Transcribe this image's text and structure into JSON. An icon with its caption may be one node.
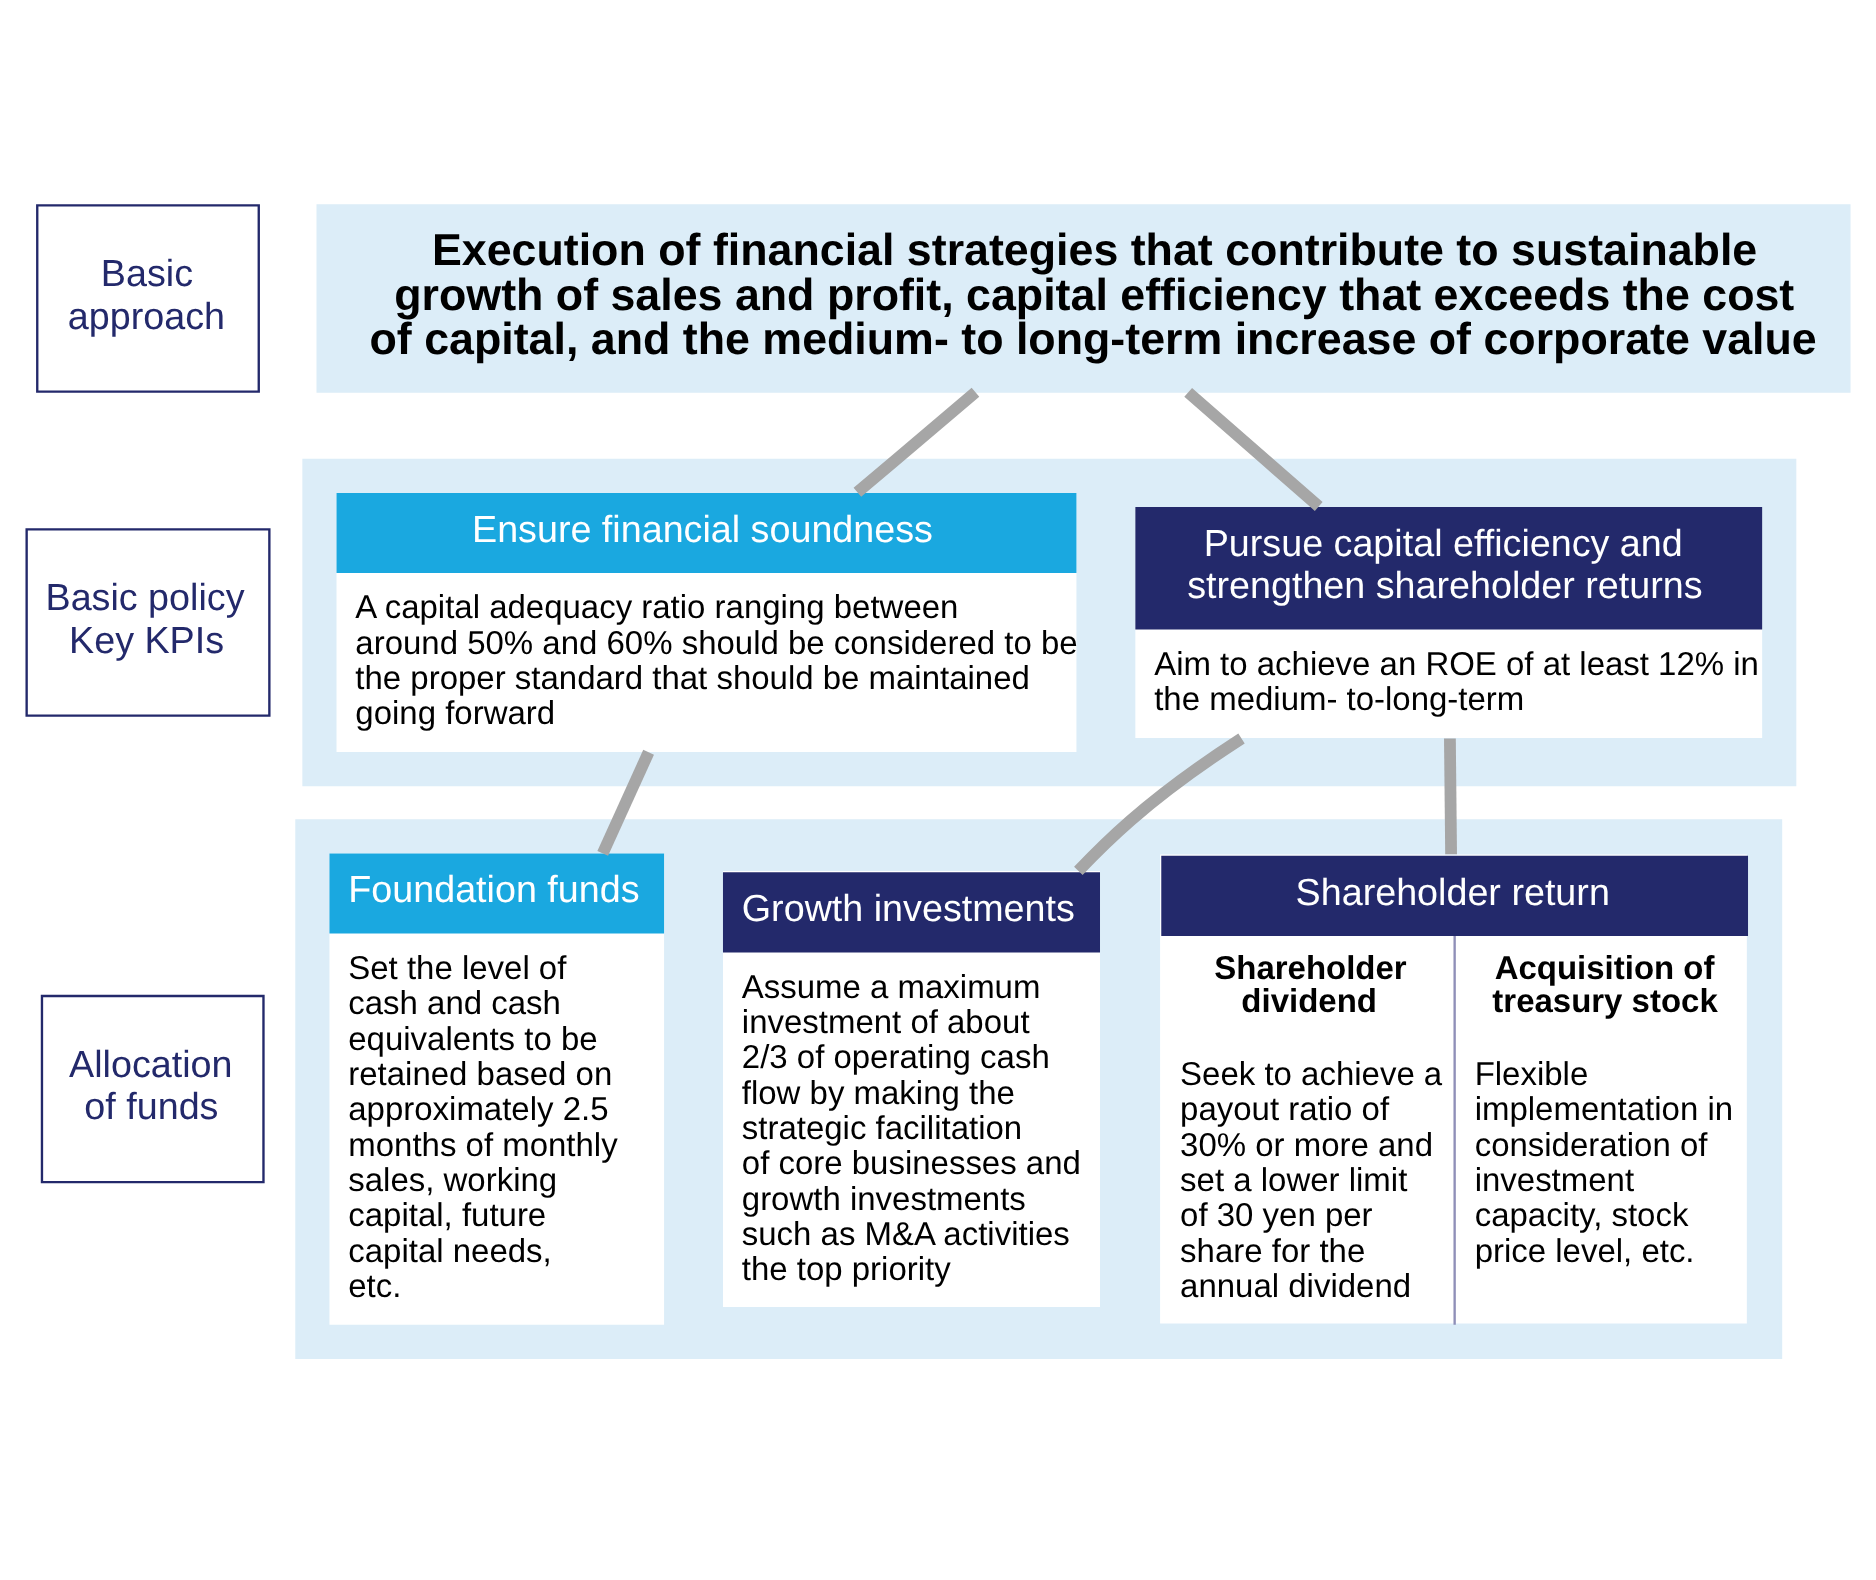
{
  "diagram": {
    "nodes": [
      {
        "text": [
          "Basic approach"
        ]
      },
      {
        "text": [
          "Execution of financial strategies that contribute to sustainable growth of sales and profit, capital efficiency that exceeds the cost of capital, and the medium- to long-term increase of corporate value"
        ]
      },
      {
        "text": [
          "Basic policy Key KPIs"
        ]
      },
      {
        "text": [],
        "shape": "box"
      },
      {
        "text": [
          "Ensure financial soundness",
          "A capital adequacy ratio ranging between around 50% and 60% should be considered to be the proper standard that should be maintained going forward"
        ],
        "in": 3
      },
      {
        "text": [
          "Pursue capital efficiency and strengthen shareholder returns",
          "Aim to achieve an ROE of at least 12% in the medium- to-long-term"
        ],
        "in": 3
      },
      {
        "text": [
          "Allocation of funds"
        ]
      },
      {
        "text": [],
        "shape": "box"
      },
      {
        "text": [
          "Foundation funds",
          "Set the level of cash and cash equivalents to be retained based on approximately 2.5 months of monthly sales, working capital, future capital needs, etc."
        ],
        "in": 7
      },
      {
        "text": [
          "Growth investments",
          "Assume a maximum investment of about 2/3 of operating cash flow by making the strategic facilitation of core businesses and growth investments such as M&A activities the top priority"
        ],
        "in": 7
      },
      {
        "text": [
          "Shareholder return",
          "Shareholder dividend",
          "Seek to achieve a payout ratio of 30% or more and set a lower limit of 30 yen per share for the annual dividend",
          "Acquisition of treasury stock",
          "Flexible implementation in consideration of investment capacity, stock price level, etc."
        ],
        "in": 7
      }
    ],
    "edges": [
      {
        "from": 1,
        "to": 4,
        "arrow": "none"
      },
      {
        "from": 1,
        "to": 5,
        "arrow": "none"
      },
      {
        "from": 4,
        "to": 8,
        "arrow": "none"
      },
      {
        "from": 5,
        "to": 9,
        "arrow": "none"
      },
      {
        "from": 5,
        "to": 10,
        "arrow": "none"
      }
    ]
  }
}
